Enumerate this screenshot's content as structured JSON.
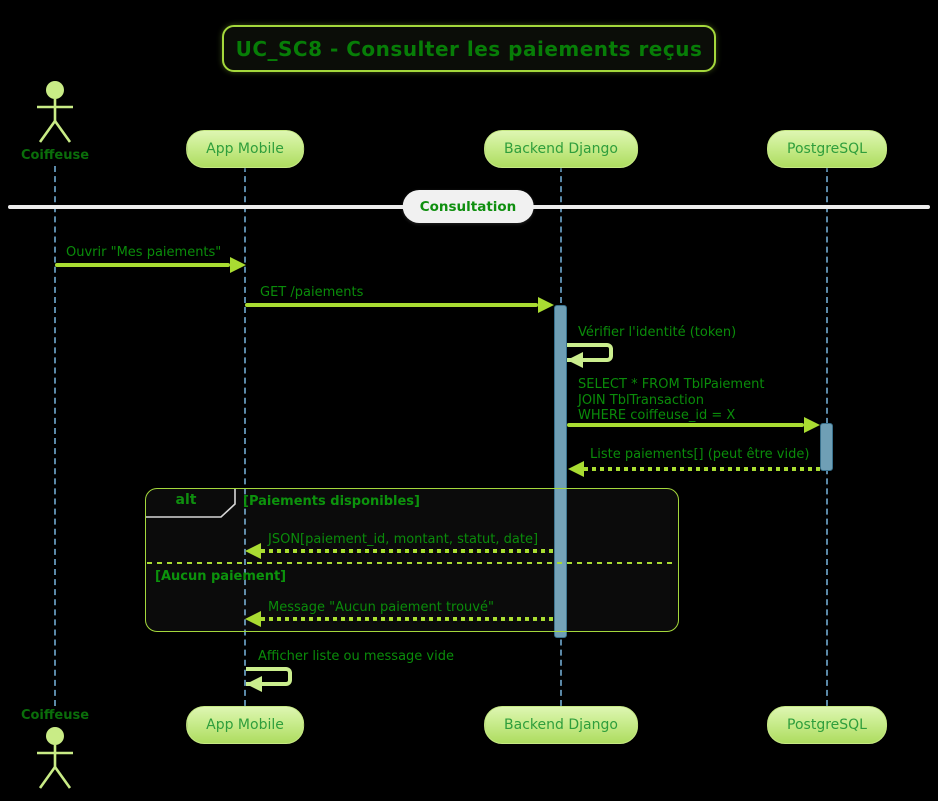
{
  "title": "UC_SC8 - Consulter les paiements reçus",
  "participants": [
    {
      "id": "coiffeuse",
      "type": "actor",
      "label": "Coiffeuse"
    },
    {
      "id": "app",
      "type": "participant",
      "label": "App Mobile"
    },
    {
      "id": "backend",
      "type": "participant",
      "label": "Backend Django"
    },
    {
      "id": "db",
      "type": "participant",
      "label": "PostgreSQL"
    }
  ],
  "divider": {
    "label": "Consultation"
  },
  "messages": {
    "open_payments": "Ouvrir \"Mes paiements\"",
    "get_paiements": "GET /paiements",
    "verify_identity": "Vérifier l'identité (token)",
    "sql_query": [
      "SELECT * FROM TblPaiement",
      "JOIN TblTransaction",
      "WHERE coiffeuse_id = X"
    ],
    "payments_list": "Liste paiements[] (peut être vide)",
    "json_response": "JSON[paiement_id, montant, statut, date]",
    "empty_message": "Message \"Aucun paiement trouvé\"",
    "display_result": "Afficher liste ou message vide"
  },
  "alt_frame": {
    "operator": "alt",
    "guard_available": "[Paiements disponibles]",
    "guard_empty": "[Aucun paiement]"
  },
  "colors": {
    "background": "#000000",
    "arrow": "#a9dc32",
    "self_arrow": "#cbee8e",
    "frame_border": "#a4d83c",
    "lifeline": "#5b89a8",
    "activation_fill": "#6f9fb5",
    "message_text": "#0a8c0a",
    "participant_fill_top": "#def6b2",
    "participant_fill_bottom": "#aedc60",
    "divider_fill": "#f1f1f1"
  }
}
